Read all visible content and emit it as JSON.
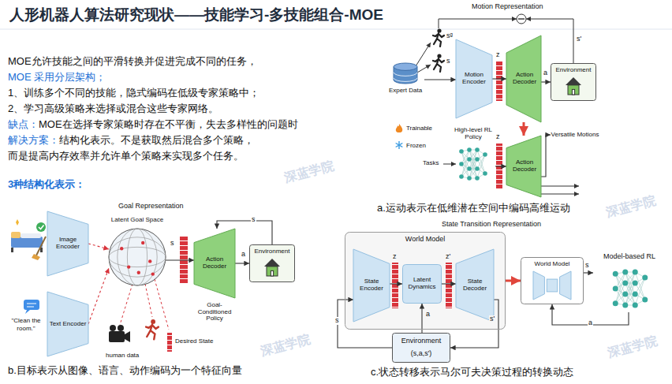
{
  "diagram": {
    "title": "人形机器人算法研究现状——技能学习-多技能组合-MOE",
    "nodes": [
      {
        "text": [
          "Expert Data"
        ]
      },
      {
        "text": [
          "Motion Encoder"
        ]
      },
      {
        "text": [
          "Action Decoder"
        ]
      },
      {
        "text": [
          "Environment"
        ]
      },
      {
        "text": [
          "High-level RL Policy"
        ]
      },
      {
        "text": [
          "Action Decoder"
        ]
      },
      {
        "text": [
          "Versatile Motions"
        ]
      },
      {
        "text": [
          "Image Encoder"
        ]
      },
      {
        "text": [
          "Text Encoder"
        ]
      },
      {
        "text": [
          "Action Decoder",
          "Goal-Conditioned Policy"
        ]
      },
      {
        "text": [
          "Environment"
        ]
      },
      {
        "text": [
          "Latent Goal Space"
        ]
      },
      {
        "text": [
          "World Model"
        ]
      },
      {
        "text": [
          "State Encoder"
        ],
        "in": 12
      },
      {
        "text": [
          "Latent Dynamics"
        ],
        "in": 12
      },
      {
        "text": [
          "State Decoder"
        ],
        "in": 12
      },
      {
        "text": [
          "Environment",
          "(s,a,s')"
        ]
      },
      {
        "text": [
          "World Model"
        ]
      },
      {
        "text": [
          "Model-based RL"
        ]
      }
    ],
    "edges": [
      {
        "from": 0,
        "to": 1,
        "arrow": "to"
      },
      {
        "from": 1,
        "to": 2,
        "arrow": "to"
      },
      {
        "from": 2,
        "to": 3,
        "label": "a",
        "arrow": "to"
      },
      {
        "from": 2,
        "to": 5,
        "arrow": "to"
      },
      {
        "from": 4,
        "to": 5,
        "arrow": "to"
      },
      {
        "from": 5,
        "to": 6,
        "arrow": "to"
      },
      {
        "from": 7,
        "to": 11,
        "arrow": "to"
      },
      {
        "from": 8,
        "to": 11,
        "arrow": "to"
      },
      {
        "from": 11,
        "to": 9,
        "arrow": "to"
      },
      {
        "from": 9,
        "to": 10,
        "label": "a",
        "arrow": "to"
      },
      {
        "from": 10,
        "to": 9,
        "label": "s",
        "arrow": "to"
      },
      {
        "from": 13,
        "to": 14,
        "arrow": "to"
      },
      {
        "from": 14,
        "to": 15,
        "arrow": "to"
      },
      {
        "from": 16,
        "to": 13,
        "label": "s",
        "arrow": "to"
      },
      {
        "from": 16,
        "to": 14,
        "label": "a",
        "arrow": "to"
      },
      {
        "from": 15,
        "to": 16,
        "label": "s'",
        "arrow": "to"
      },
      {
        "from": 12,
        "to": 17,
        "arrow": "to"
      },
      {
        "from": 17,
        "to": 18,
        "label": "s",
        "arrow": "to"
      },
      {
        "from": 18,
        "to": 17,
        "label": "a",
        "arrow": "to"
      }
    ],
    "labels": [
      "MOE允许技能之间的平滑转换并促进完成不同的任务，",
      "MOE 采用分层架构；",
      "1、训练多个不同的技能，隐式编码在低级专家策略中；",
      "2、学习高级策略来选择或混合这些专家网络。",
      "缺点：",
      "MOE在选择专家策略时存在不平衡，失去多样性的问题时",
      "解决方案：",
      "结构化表示。不是获取然后混合多个策略，",
      "而是提高内存效率并允许单个策略来实现多个任务。",
      "3种结构化表示：",
      "Motion Representation",
      "sᵍ",
      "s",
      "z",
      "s'",
      "Tasks",
      "z",
      "a.运动表示在低维潜在空间中编码高维运动",
      "Goal Representation",
      "\"Clean the room.\"",
      "s",
      "human data",
      "Desired State",
      "b.目标表示从图像、语言、动作编码为一个特征向量",
      "State Transition Representation",
      "z",
      "z'",
      "c.状态转移表示马尔可夫决策过程的转换动态",
      "深蓝学院",
      "深蓝学院",
      "深蓝学院",
      "深蓝学院"
    ],
    "legend": [
      {
        "text": "Trainable"
      },
      {
        "text": "Frozen"
      }
    ]
  }
}
